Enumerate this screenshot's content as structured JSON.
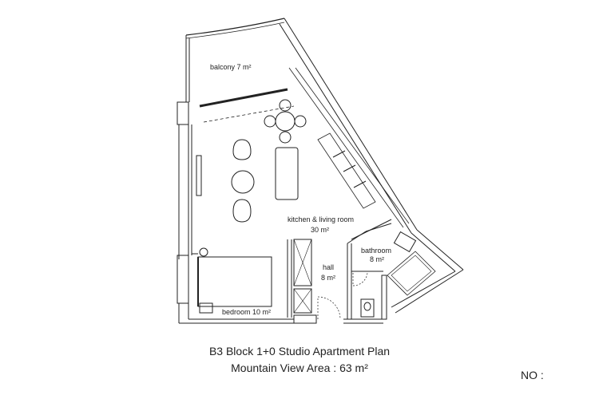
{
  "plan": {
    "rooms": [
      {
        "name": "balcony",
        "area": "7 m²",
        "label": "balcony 7 m²"
      },
      {
        "name": "kitchen & living room",
        "area": "30 m²",
        "label": "kitchen & living room",
        "area_label": "30 m²"
      },
      {
        "name": "bathroom",
        "area": "8 m²",
        "label": "bathroom",
        "area_label": "8 m²"
      },
      {
        "name": "hall",
        "area": "8 m²",
        "label": "hall",
        "area_label": "8 m²"
      },
      {
        "name": "bedroom",
        "area": "10 m²",
        "label": "bedroom 10 m²"
      }
    ]
  },
  "caption": {
    "line1": "B3 Block 1+0 Studio Apartment Plan",
    "line2": "Mountain View Area : 63 m²"
  },
  "no_label": "NO :"
}
